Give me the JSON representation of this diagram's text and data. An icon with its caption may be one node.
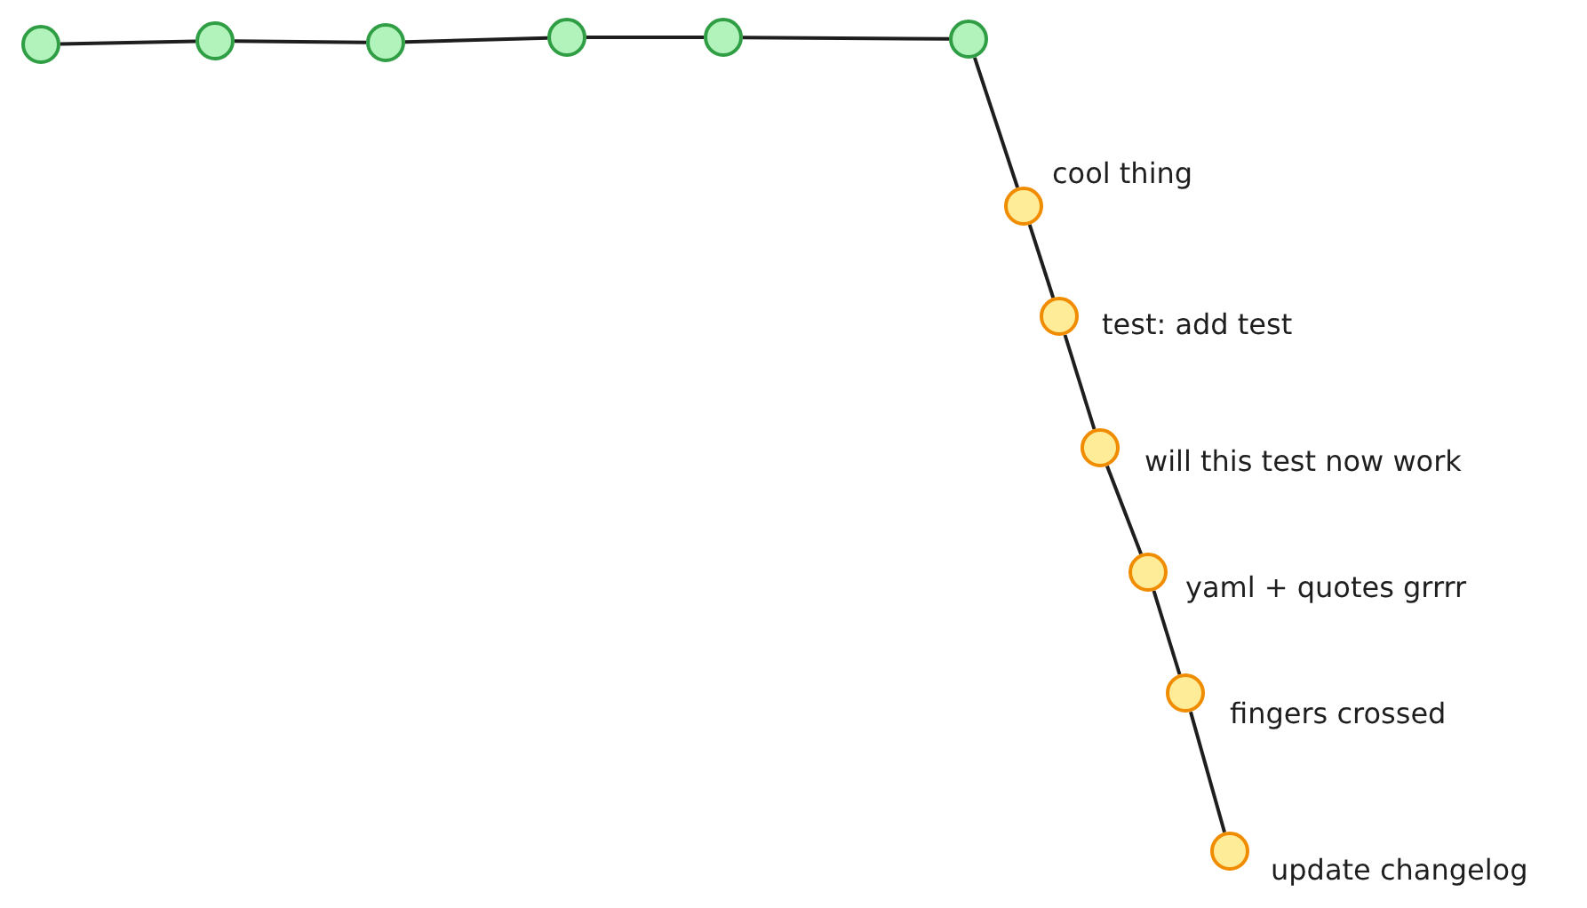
{
  "diagram": {
    "nodes": [
      {
        "text": [],
        "shape": "circle"
      },
      {
        "text": [],
        "shape": "circle"
      },
      {
        "text": [],
        "shape": "circle"
      },
      {
        "text": [],
        "shape": "circle"
      },
      {
        "text": [],
        "shape": "circle"
      },
      {
        "text": [],
        "shape": "circle"
      },
      {
        "text": [],
        "shape": "circle",
        "beside": [
          "cool thing"
        ]
      },
      {
        "text": [],
        "shape": "circle",
        "beside": [
          "test: add test"
        ]
      },
      {
        "text": [],
        "shape": "circle",
        "beside": [
          "will this test now work"
        ]
      },
      {
        "text": [],
        "shape": "circle",
        "beside": [
          "yaml + quotes grrrr"
        ]
      },
      {
        "text": [],
        "shape": "circle",
        "beside": [
          "fingers crossed"
        ]
      },
      {
        "text": [],
        "shape": "circle",
        "beside": [
          "update changelog"
        ]
      }
    ],
    "edges": [
      {
        "from": 0,
        "to": 1,
        "arrow": "none"
      },
      {
        "from": 1,
        "to": 2,
        "arrow": "none"
      },
      {
        "from": 2,
        "to": 3,
        "arrow": "none"
      },
      {
        "from": 3,
        "to": 4,
        "arrow": "none"
      },
      {
        "from": 4,
        "to": 5,
        "arrow": "none"
      },
      {
        "from": 5,
        "to": 6,
        "arrow": "none"
      },
      {
        "from": 6,
        "to": 7,
        "arrow": "none"
      },
      {
        "from": 7,
        "to": 8,
        "arrow": "none"
      },
      {
        "from": 8,
        "to": 9,
        "arrow": "none"
      },
      {
        "from": 9,
        "to": 10,
        "arrow": "none"
      },
      {
        "from": 10,
        "to": 11,
        "arrow": "none"
      }
    ]
  }
}
